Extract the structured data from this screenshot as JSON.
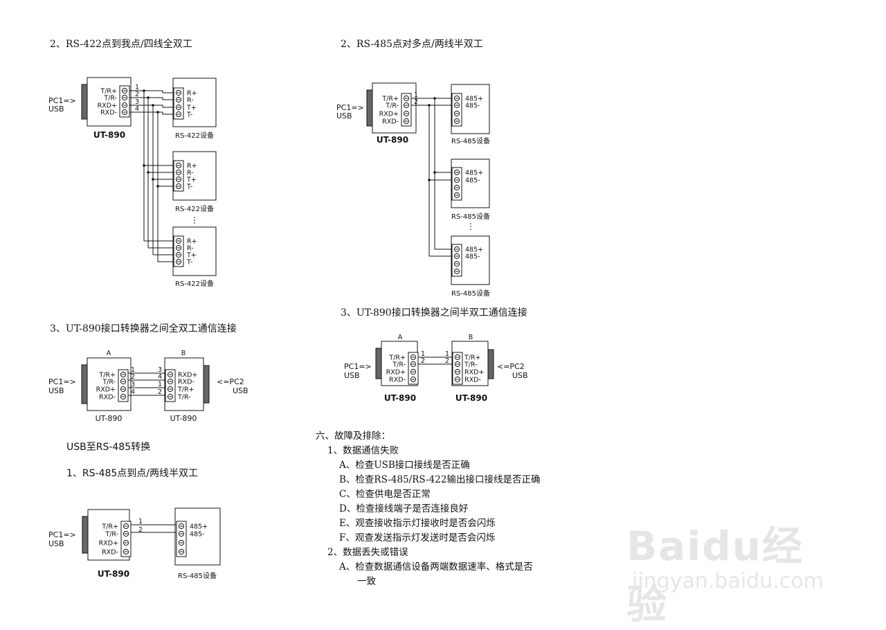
{
  "headings": {
    "h_rs422_p2p": "2、RS-422点到我点/四线全双工",
    "h_rs485_multi": "2、RS-485点对多点/两线半双工",
    "h_full_duplex": "3、UT-890接口转换器之间全双工通信连接",
    "h_half_duplex": "3、UT-890接口转换器之间半双工通信连接",
    "h_usb_485": "USB至RS-485转换",
    "h_rs485_p2p": "1、RS-485点到点/两线半双工"
  },
  "labels": {
    "pc1": "PC1=>",
    "pc2": "<=PC2",
    "usb": "USB",
    "ut890": "UT-890",
    "rs422_dev": "RS-422设备",
    "rs485_dev": "RS-485设备",
    "a": "A",
    "b": "B",
    "dots": "⋮",
    "tr_plus": "T/R+",
    "tr_minus": "T/R-",
    "rxd_plus": "RXD+",
    "rxd_minus": "RXD-",
    "r_plus": "R+",
    "r_minus": "R-",
    "t_plus": "T+",
    "t_minus": "T-",
    "p485_plus": "485+",
    "p485_minus": "485-",
    "n1": "1",
    "n2": "2",
    "n3": "3",
    "n4": "4"
  },
  "troubleshooting": {
    "title": "六、故障及排除：",
    "s1": "1、数据通信失败",
    "s1_items": [
      "A、检查USB接口接线是否正确",
      "B、检查RS-485/RS-422输出接口接线是否正确",
      "C、检查供电是否正常",
      "D、检查接线端子是否连接良好",
      "E、观查接收指示灯接收时是否会闪烁",
      "F、观查发送指示灯发送时是否会闪烁"
    ],
    "s2": "2、数据丢失或错误",
    "s2_a": "A、检查数据通信设备两端数据速率、格式是否",
    "s2_a_cont": "一致"
  },
  "watermark": {
    "logo": "Baidu经验",
    "url": "jingyan.baidu.com"
  }
}
